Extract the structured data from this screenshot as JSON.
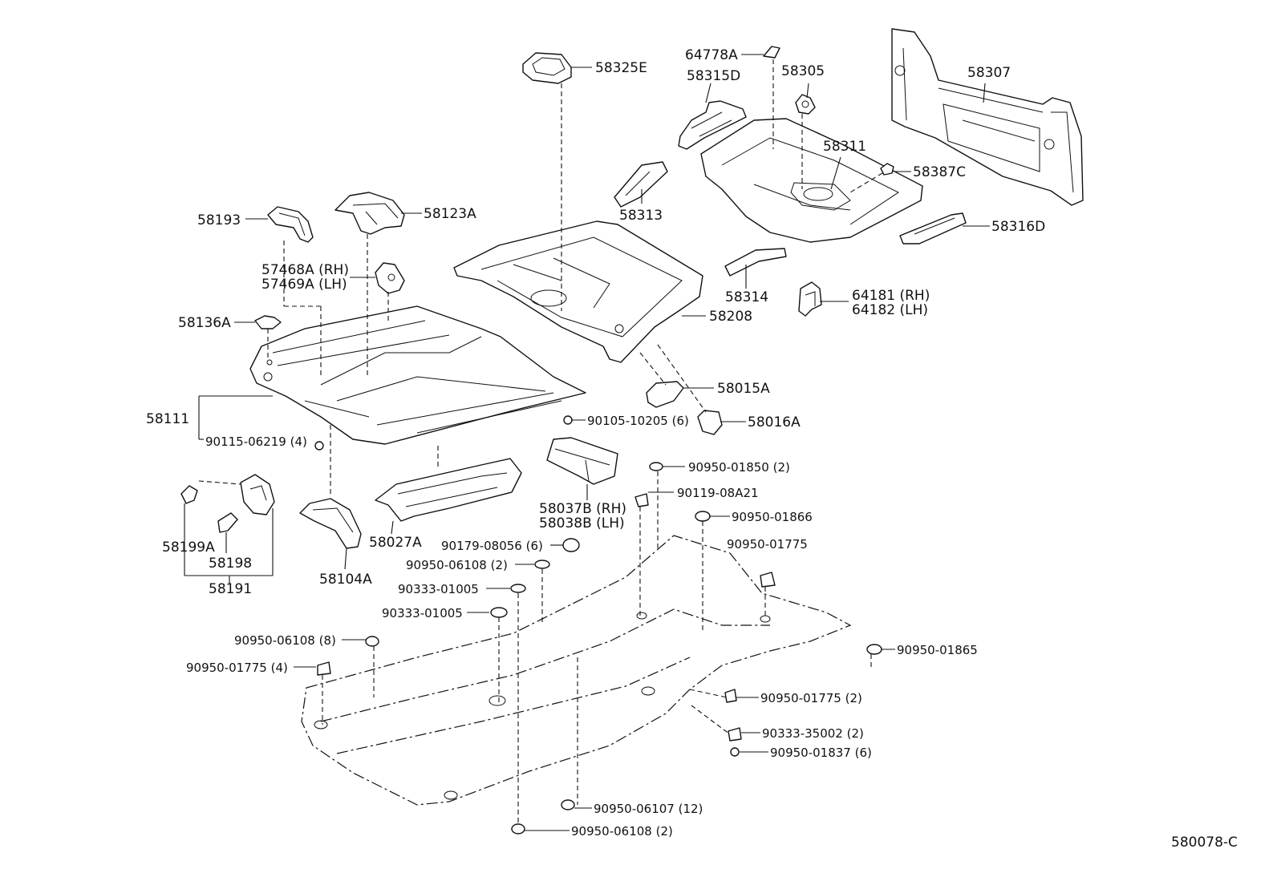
{
  "diagram_code": "580078-C",
  "labels": {
    "p58325E": "58325E",
    "p64778A": "64778A",
    "p58315D": "58315D",
    "p58305": "58305",
    "p58307": "58307",
    "p58311": "58311",
    "p58387C": "58387C",
    "p58313": "58313",
    "p58316D": "58316D",
    "p58314": "58314",
    "p64181": "64181 (RH)",
    "p64182": "64182 (LH)",
    "p58208": "58208",
    "p58193": "58193",
    "p58123A": "58123A",
    "p57468A": "57468A (RH)",
    "p57469A": "57469A (LH)",
    "p58136A": "58136A",
    "p58111": "58111",
    "p90115": "90115-06219 (4)",
    "p58015A": "58015A",
    "p58016A": "58016A",
    "p90105": "90105-10205 (6)",
    "p58199A": "58199A",
    "p58198": "58198",
    "p58191": "58191",
    "p58104A": "58104A",
    "p58027A": "58027A",
    "p58037B": "58037B (RH)",
    "p58038B": "58038B (LH)",
    "p90179": "90179-08056 (6)",
    "p90950_01850": "90950-01850 (2)",
    "p90119": "90119-08A21",
    "p90950_01866": "90950-01866",
    "p90950_01775a": "90950-01775",
    "p90950_06108a": "90950-06108 (2)",
    "p90333_01005a": "90333-01005",
    "p90333_01005b": "90333-01005",
    "p90950_06108b": "90950-06108 (8)",
    "p90950_01775b": "90950-01775 (4)",
    "p90950_01865": "90950-01865",
    "p90950_01775c": "90950-01775 (2)",
    "p90333_35002": "90333-35002 (2)",
    "p90950_01837": "90950-01837 (6)",
    "p90950_06107": "90950-06107 (12)",
    "p90950_06108c": "90950-06108 (2)"
  }
}
